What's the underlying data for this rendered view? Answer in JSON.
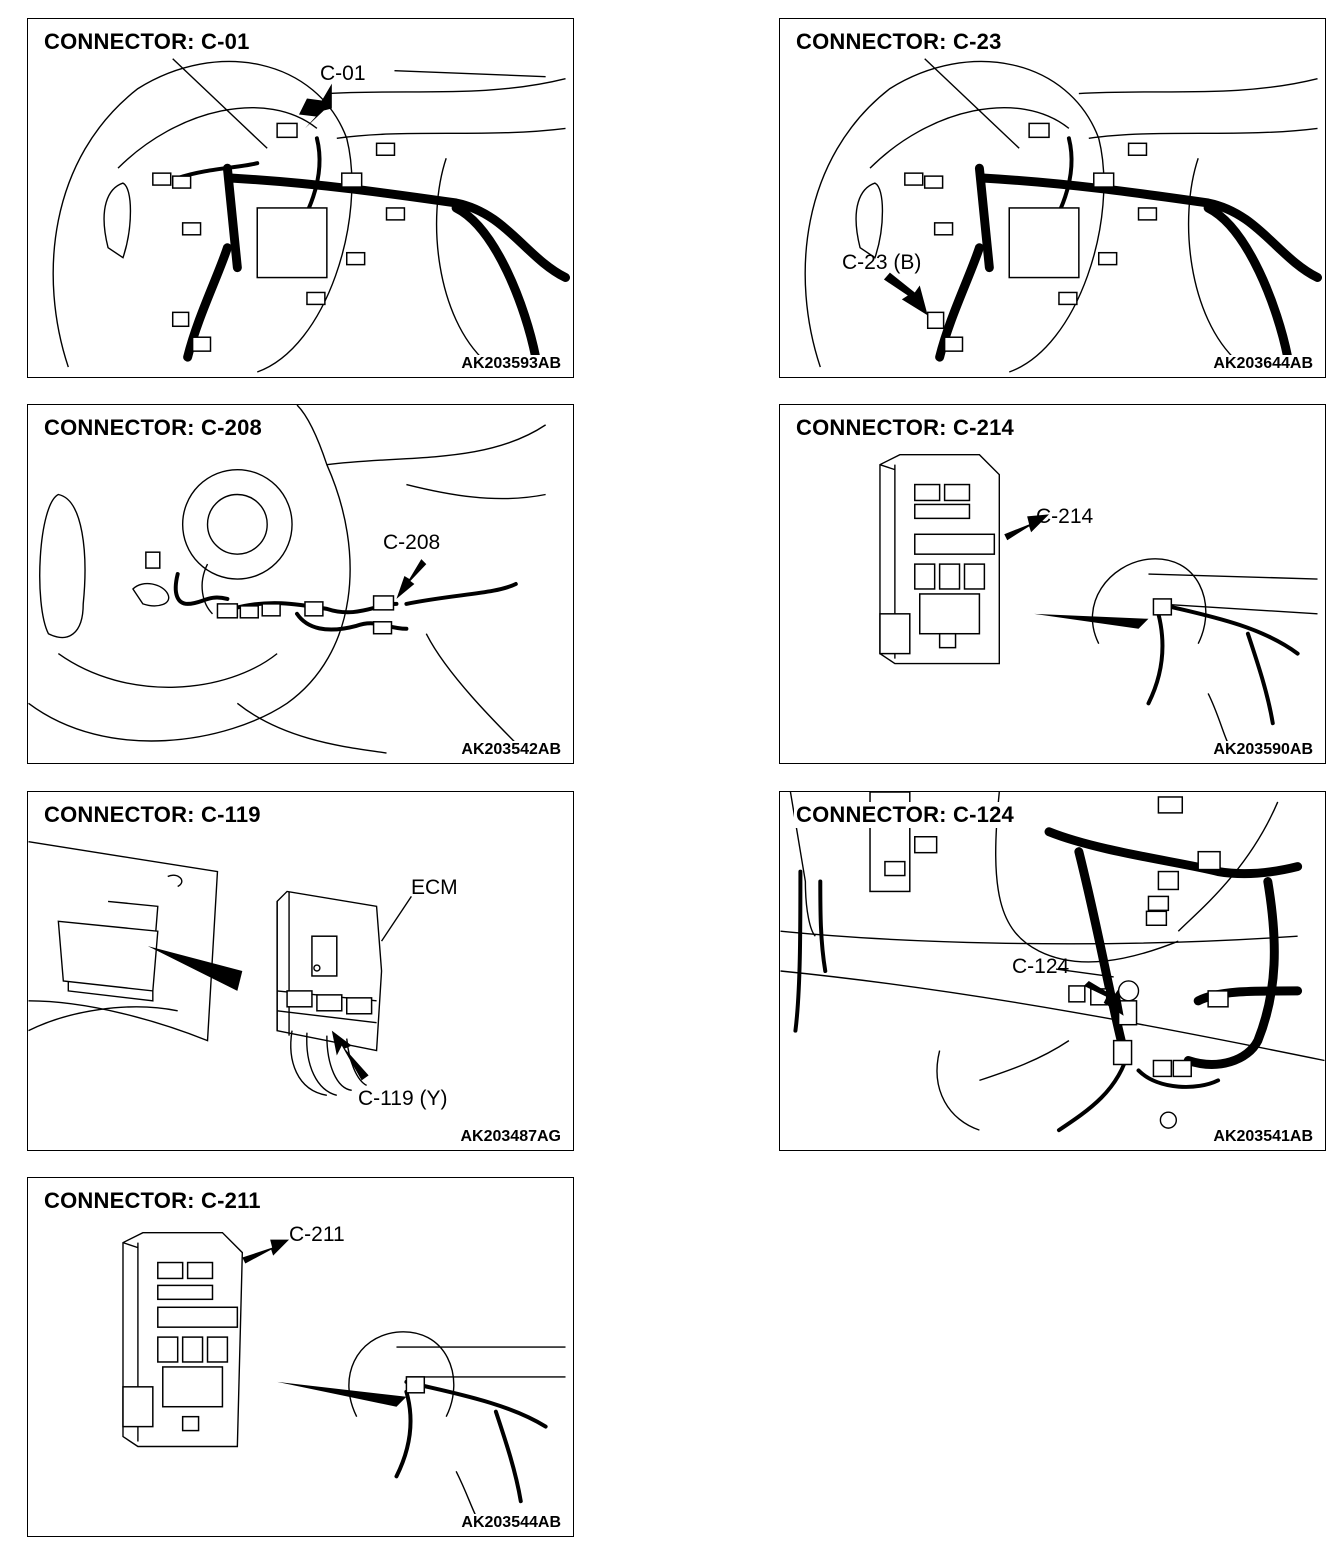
{
  "panels": {
    "c01": {
      "title": "CONNECTOR: C-01",
      "code": "AK203593AB",
      "callouts": [
        "C-01"
      ]
    },
    "c23": {
      "title": "CONNECTOR: C-23",
      "code": "AK203644AB",
      "callouts": [
        "C-23 (B)"
      ]
    },
    "c208": {
      "title": "CONNECTOR: C-208",
      "code": "AK203542AB",
      "callouts": [
        "C-208"
      ]
    },
    "c214": {
      "title": "CONNECTOR: C-214",
      "code": "AK203590AB",
      "callouts": [
        "C-214"
      ]
    },
    "c119": {
      "title": "CONNECTOR: C-119",
      "code": "AK203487AG",
      "callouts": [
        "ECM",
        "C-119 (Y)"
      ]
    },
    "c124": {
      "title": "CONNECTOR: C-124",
      "code": "AK203541AB",
      "callouts": [
        "C-124"
      ]
    },
    "c211": {
      "title": "CONNECTOR: C-211",
      "code": "AK203544AB",
      "callouts": [
        "C-211"
      ]
    }
  }
}
